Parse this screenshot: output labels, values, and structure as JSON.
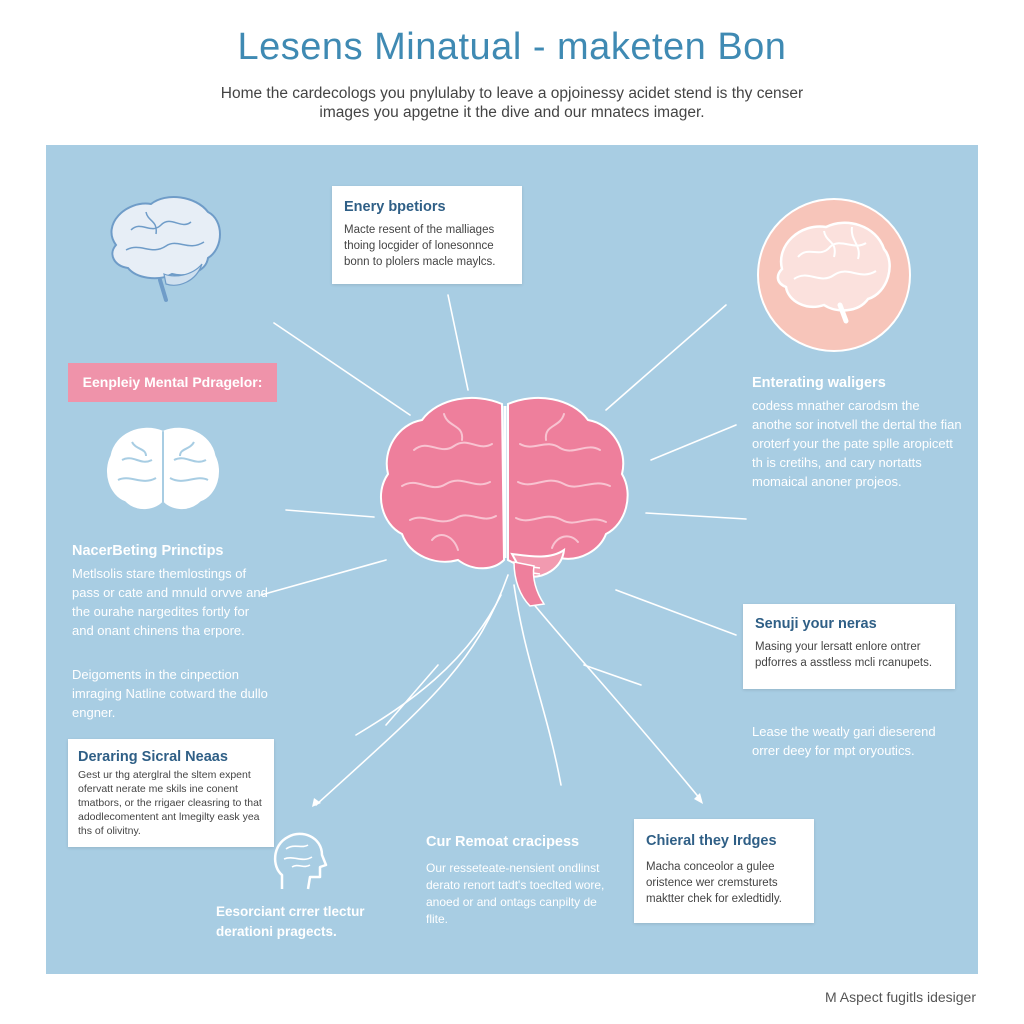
{
  "header": {
    "title": "Lesens Minatual - maketen Bon",
    "subtitle": "Home the cardecologs you pnylulaby to leave a opjoinessy acidet stend is thy censer images you apgetne it the dive and our mnatecs imager."
  },
  "diagram": {
    "top_box": {
      "heading": "Enery bpetiors",
      "body": "Macte resent of the malliages thoing locgider of lonesonnce bonn to plolers macle maylcs."
    },
    "left_tag": {
      "label": "Eenpleiy Mental Pdragelor:"
    },
    "right_upper_text": {
      "heading": "Enterating waligers",
      "body": "codess mnather carodsm the anothe sor inotvell the dertal the fian oroterf your the pate splle aropicett th is cretihs, and cary nortatts momaical anoner projeos."
    },
    "left_middle_text": {
      "heading": "NacerBeting Princtips",
      "body": "Metlsolis stare themlostings of pass or cate and mnuld orvve and the ourahe nargedites fortly for and onant chinens tha erpore."
    },
    "left_lower_text": {
      "body": "Deigoments in the cinpection imraging Natline cotward the dullo engner."
    },
    "right_middle_box": {
      "heading": "Senuji your neras",
      "body": "Masing your lersatt enlore ontrer pdforres a asstless mcli rcanupets."
    },
    "right_lower_text": {
      "body": "Lease the weatly gari dieserend orrer deey for mpt oryoutics."
    },
    "left_bottom_box": {
      "heading": "Deraring Sicral Neaas",
      "body": "Gest ur thg aterglral the sltem expent ofervatt nerate me skils ine conent tmatbors, or the rrigaer cleasring to that adodlecomentent ant lmegilty eask yea ths of olivitny."
    },
    "center_bottom_text": {
      "heading": "Cur Remoat cracipess",
      "body": "Our resseteate-nensient ondlinst derato renort tadt's toeclted wore, anoed or and ontags canpilty de flite."
    },
    "right_bottom_box": {
      "heading": "Chieral they Irdges",
      "body": "Macha conceolor a gulee oristence wer cremsturets maktter chek for exledtidly."
    },
    "bottom_left_text": {
      "body": "Eesorciant crrer tlectur derationi pragects."
    }
  },
  "footer": {
    "credit": "M Aspect fugitls idesiger"
  },
  "icons": [
    "brain-sketch-icon",
    "brain-circle-icon",
    "brain-outline-icon",
    "central-brain-icon",
    "head-profile-icon"
  ],
  "colors": {
    "panel": "#a8cde3",
    "accent_pink": "#ef93aa",
    "brain_pink": "#ee7f9c",
    "title_blue": "#3f8ab3",
    "circle_peach": "#f7c5ba"
  }
}
